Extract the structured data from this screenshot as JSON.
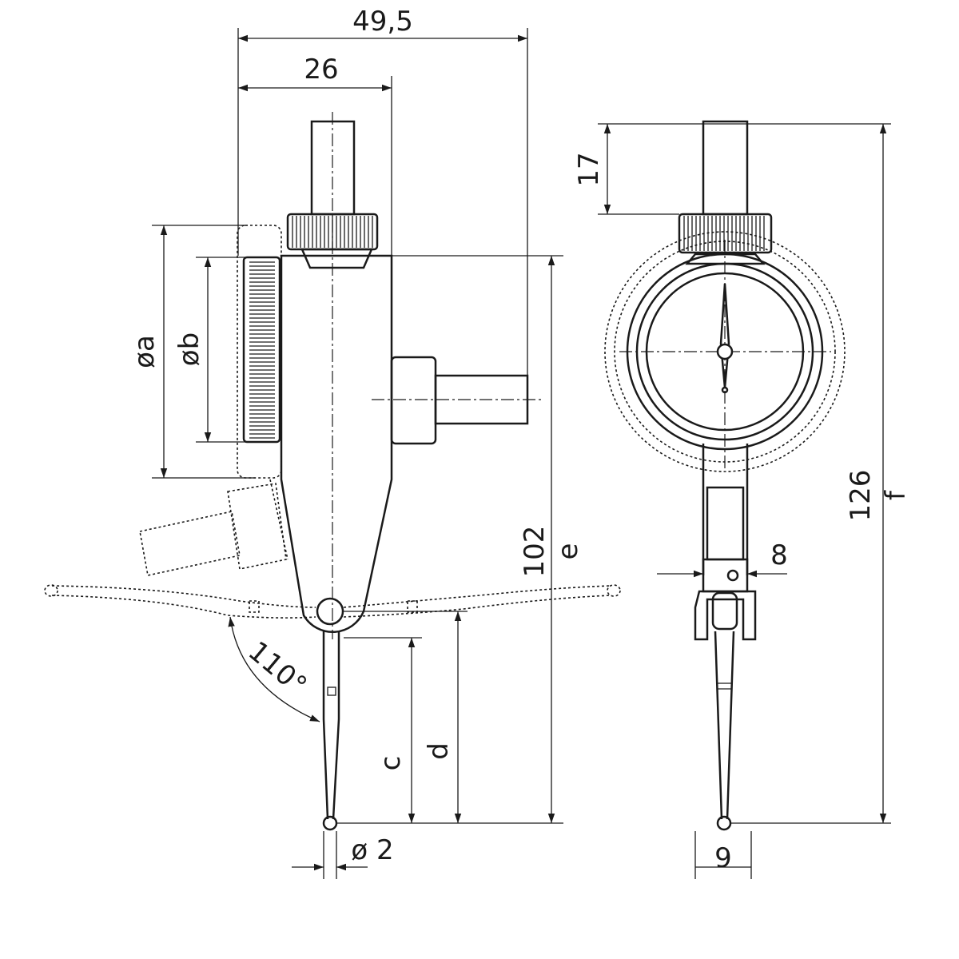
{
  "drawing": {
    "title": "Dial test indicator dimensions",
    "dimensions": {
      "width_total": "49,5",
      "width_body": "26",
      "stem_length": "17",
      "dia_a": "øa",
      "dia_b": "øb",
      "height_body": "102",
      "height_body_letter": "e",
      "height_total": "126",
      "height_total_letter": "f",
      "neck_width": "8",
      "swivel_angle": "110°",
      "stylus_c": "c",
      "stylus_d": "d",
      "ball_dia": "ø 2",
      "ball_width": "9"
    }
  }
}
